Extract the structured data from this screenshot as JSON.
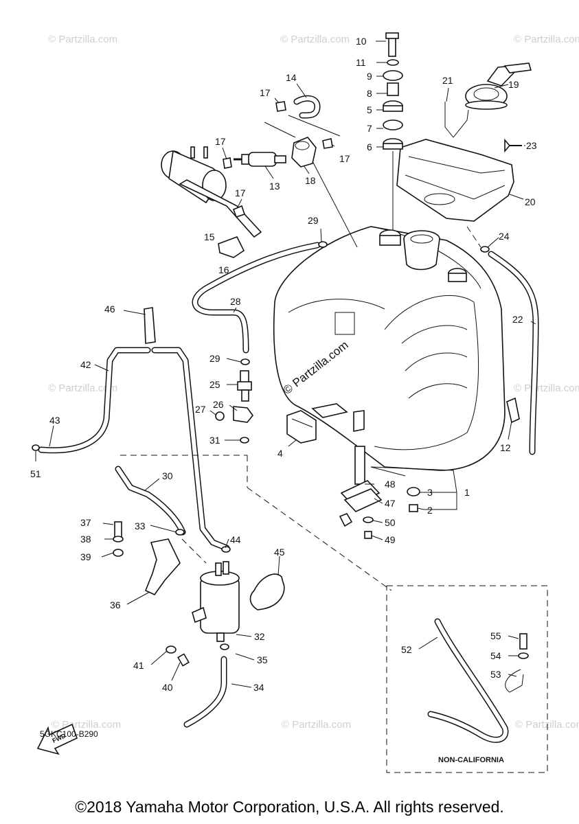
{
  "watermark": "© Partzilla.com",
  "center_watermark": "© Partzilla.com",
  "diagram_code": "5GKC100-B290",
  "copyright": "©2018 Yamaha Motor Corporation, U.S.A. All rights reserved.",
  "non_california_label": "NON-CALIFORNIA",
  "fwd_label": "FWD",
  "callouts": {
    "c1": "1",
    "c2": "2",
    "c3": "3",
    "c4": "4",
    "c5": "5",
    "c6": "6",
    "c7": "7",
    "c8": "8",
    "c9": "9",
    "c10": "10",
    "c11": "11",
    "c12": "12",
    "c13": "13",
    "c14": "14",
    "c15": "15",
    "c16": "16",
    "c17a": "17",
    "c17b": "17",
    "c17c": "17",
    "c17d": "17",
    "c18": "18",
    "c19": "19",
    "c20": "20",
    "c21": "21",
    "c22": "22",
    "c23": "23",
    "c24": "24",
    "c25": "25",
    "c26": "26",
    "c27": "27",
    "c28": "28",
    "c29a": "29",
    "c29b": "29",
    "c30": "30",
    "c31": "31",
    "c32": "32",
    "c33": "33",
    "c34": "34",
    "c35": "35",
    "c36": "36",
    "c37": "37",
    "c38": "38",
    "c39": "39",
    "c40": "40",
    "c41": "41",
    "c42": "42",
    "c43": "43",
    "c44": "44",
    "c45": "45",
    "c46": "46",
    "c47": "47",
    "c48": "48",
    "c49": "49",
    "c50": "50",
    "c51": "51",
    "c52": "52",
    "c53": "53",
    "c54": "54",
    "c55": "55"
  }
}
